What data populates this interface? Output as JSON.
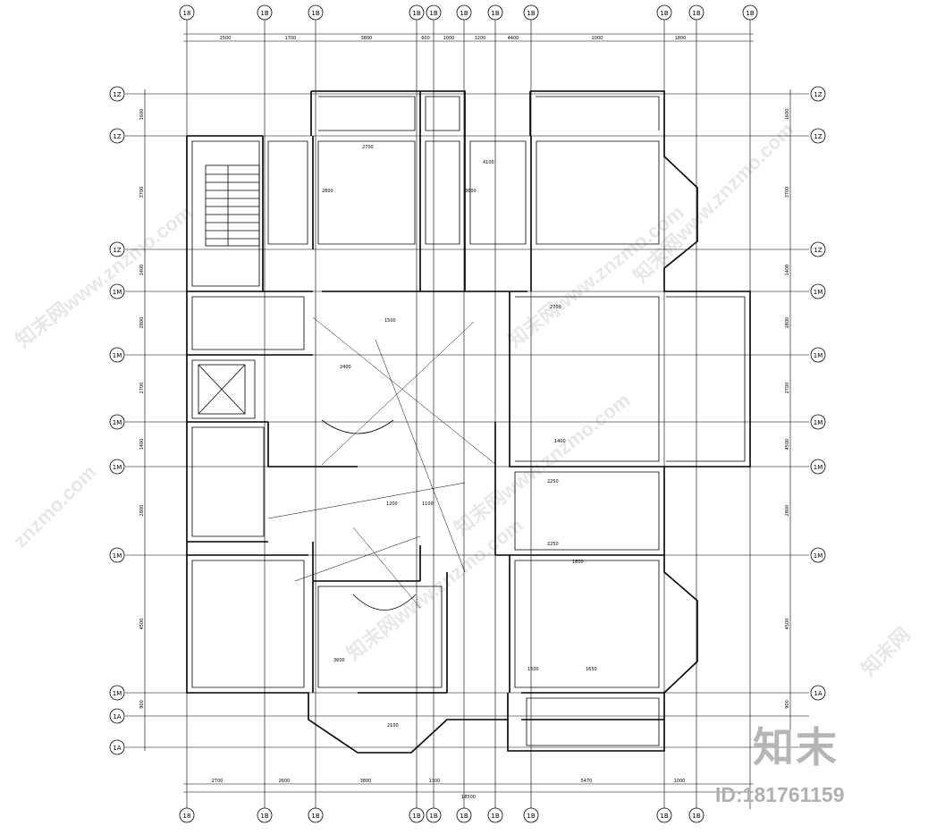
{
  "axes": {
    "top": [
      "18",
      "1B",
      "1B",
      "1B",
      "1B",
      "1B",
      "1B",
      "1B",
      "1B",
      "1B",
      "1B"
    ],
    "bottom": [
      "18",
      "1B",
      "1B",
      "1B",
      "1B",
      "1B",
      "1B",
      "1B",
      "1B",
      "1B"
    ],
    "left": [
      "1Z",
      "1Z",
      "1Z",
      "1M",
      "1M",
      "1M",
      "1M",
      "1M",
      "1M",
      "1A",
      "1A"
    ],
    "right": [
      "1Z",
      "1Z",
      "1Z",
      "1M",
      "1M",
      "1M",
      "1M",
      "1M",
      "1A"
    ]
  },
  "top_dims": [
    "2500",
    "1700",
    "3800",
    "600",
    "1000",
    "1200",
    "4400",
    "1000",
    "1800"
  ],
  "bottom_dims": [
    "2700",
    "2600",
    "3800",
    "1300",
    "5470",
    "1000"
  ],
  "overall_dim": "18500",
  "left_dims": [
    "1600",
    "3700",
    "1400",
    "2800",
    "2700",
    "1400",
    "2800",
    "4500",
    "900"
  ],
  "right_dims": [
    "1600",
    "3700",
    "1400",
    "2800",
    "2700",
    "4500",
    "2800",
    "4500",
    "900"
  ],
  "room_dims": [
    "2700",
    "2800",
    "3600",
    "1500",
    "2400",
    "2700",
    "2250",
    "1800",
    "3600",
    "1100",
    "1200",
    "1400",
    "2250",
    "1500",
    "1650",
    "2100",
    "4100"
  ],
  "watermarks": [
    "知末网www.znzmo.com",
    "知末网www.znzmo.com",
    "知末网www.znzmo.com",
    "znzmo.com",
    "知末网www.znzmo.com",
    "知末网www.znzmo.com",
    "知末网"
  ],
  "brand": "知末",
  "drawing_id": "ID:181761159"
}
